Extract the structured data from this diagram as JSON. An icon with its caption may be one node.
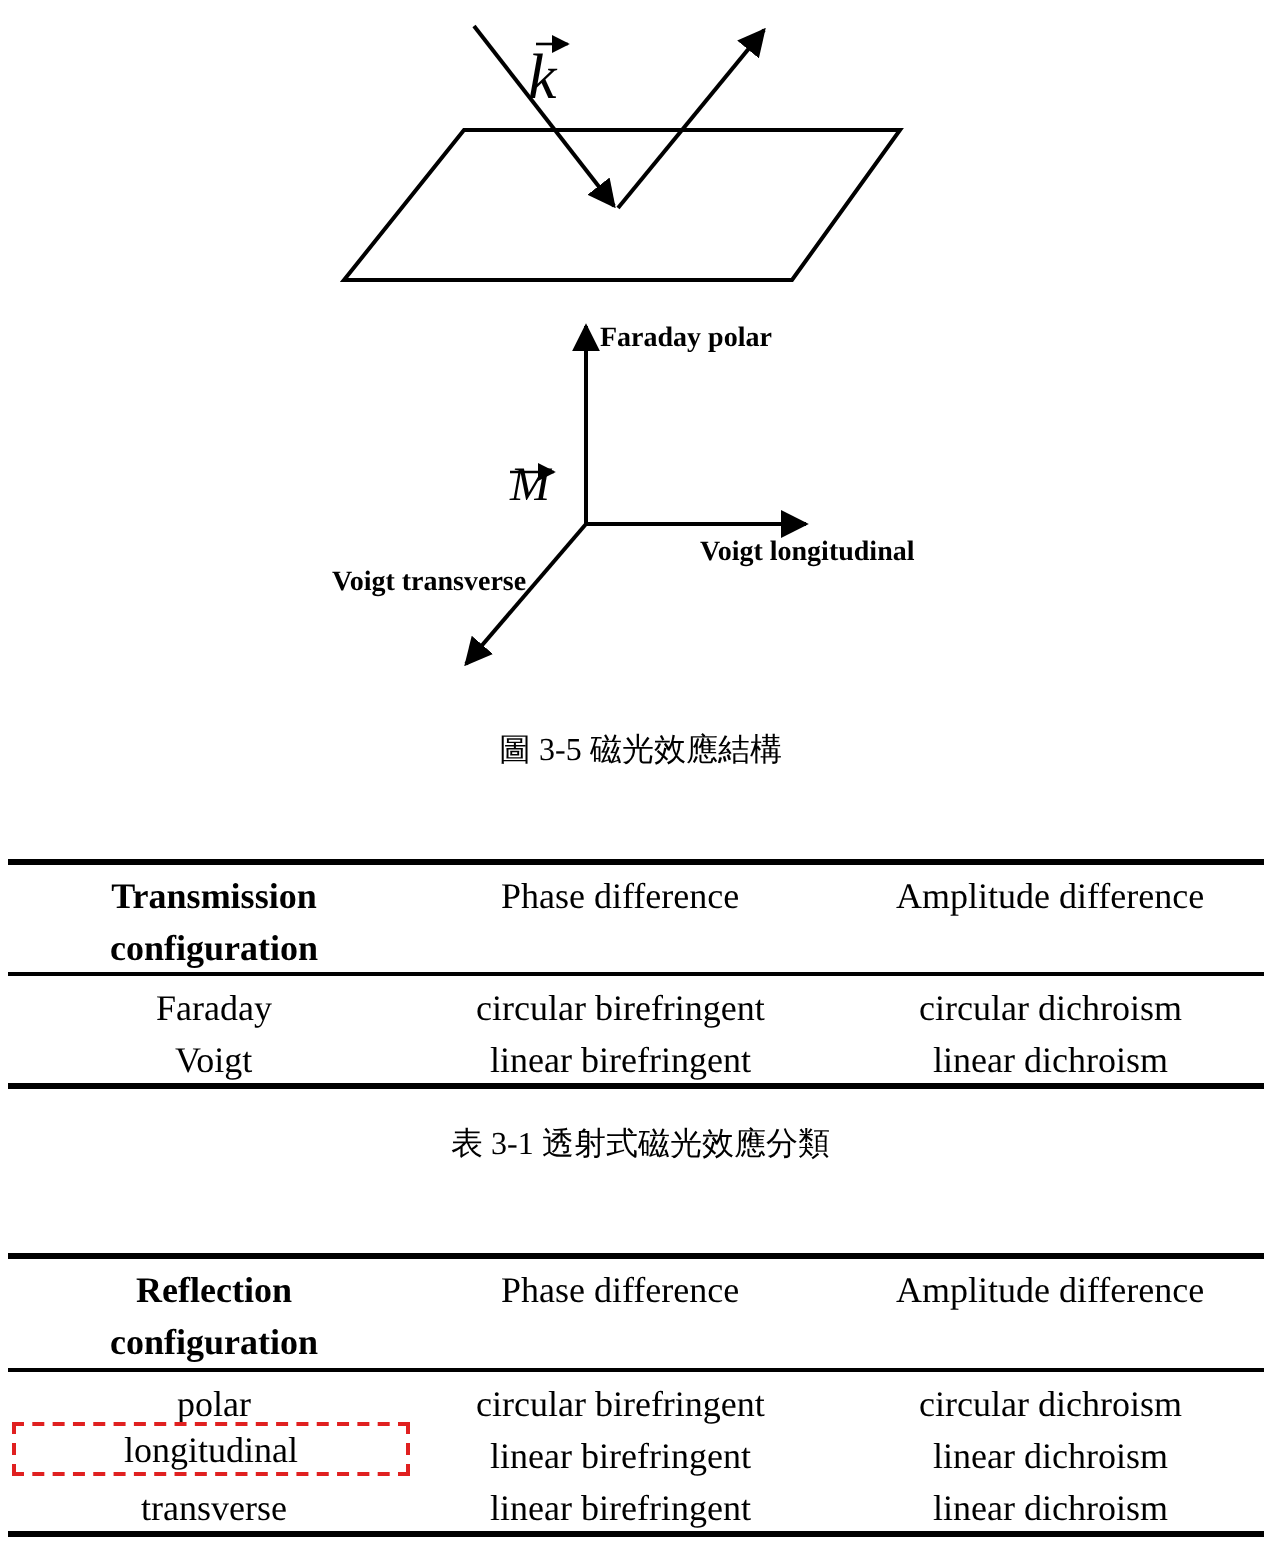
{
  "diagram": {
    "nodes": [
      {
        "text": [
          "longitudinal"
        ]
      }
    ],
    "labels": [
      "k",
      "Faraday polar",
      "M",
      "Voigt longitudinal",
      "Voigt transverse",
      "圖 3-5 磁光效應結構",
      "Transmission configuration",
      "Phase difference",
      "Amplitude difference",
      "Faraday",
      "circular birefringent",
      "circular dichroism",
      "Voigt",
      "linear birefringent",
      "linear dichroism",
      "表 3-1 透射式磁光效應分類",
      "Reflection configuration",
      "Phase difference",
      "Amplitude difference",
      "polar",
      "circular birefringent",
      "circular dichroism",
      "linear birefringent",
      "linear dichroism",
      "transverse",
      "linear birefringent",
      "linear dichroism"
    ]
  }
}
